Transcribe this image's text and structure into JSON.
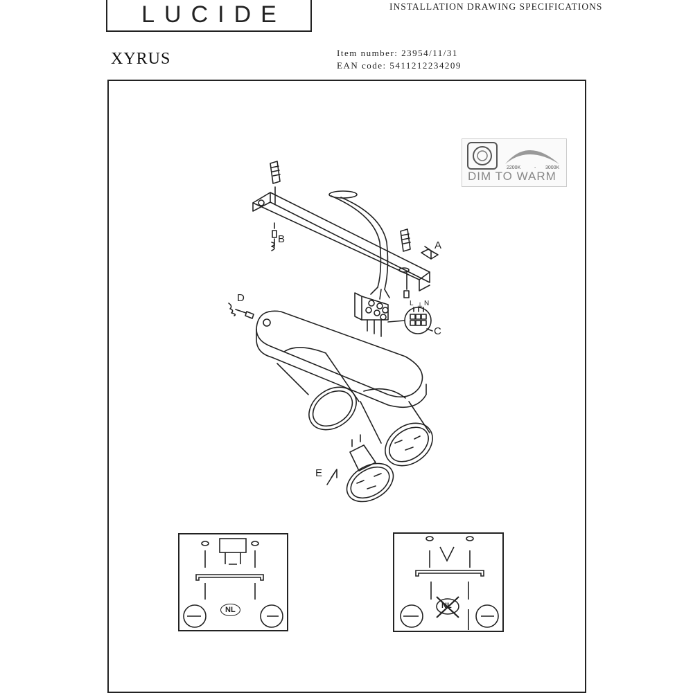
{
  "header": {
    "logo": "LUCIDE",
    "title": "INSTALLATION DRAWING SPECIFICATIONS"
  },
  "product": {
    "name": "XYRUS",
    "item_number": "Item number: 23954/11/31",
    "ean_code": "EAN code: 5411212234209"
  },
  "badge": {
    "label": "DIM TO WARM",
    "temp_low": "2200K",
    "temp_separator": "-",
    "temp_high": "3000K",
    "icon": "dimmer-knob-icon"
  },
  "callouts": {
    "a": "A",
    "b": "B",
    "c": "C",
    "d": "D",
    "e": "E"
  },
  "terminals": {
    "l": "L",
    "earth": "⏚",
    "n": "N"
  },
  "mounting_panels": [
    {
      "nl": "NL",
      "crossed": false
    },
    {
      "nl": "NL",
      "crossed": true
    }
  ]
}
